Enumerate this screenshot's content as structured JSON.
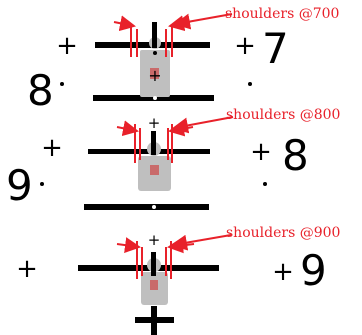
{
  "diagram": {
    "panels": [
      {
        "annotation": "shoulders @700",
        "right_number": "7",
        "left_number": "8"
      },
      {
        "annotation": "shoulders @800",
        "right_number": "8",
        "left_number": "9"
      },
      {
        "annotation": "shoulders @900",
        "right_number": "9",
        "left_number": ""
      }
    ],
    "marks": {
      "plus": "+",
      "dot": "·"
    },
    "colors": {
      "annotation": "#e8212a",
      "post": "#000000",
      "target": "#bfbfbf",
      "target_center": "#c96a6a"
    }
  }
}
